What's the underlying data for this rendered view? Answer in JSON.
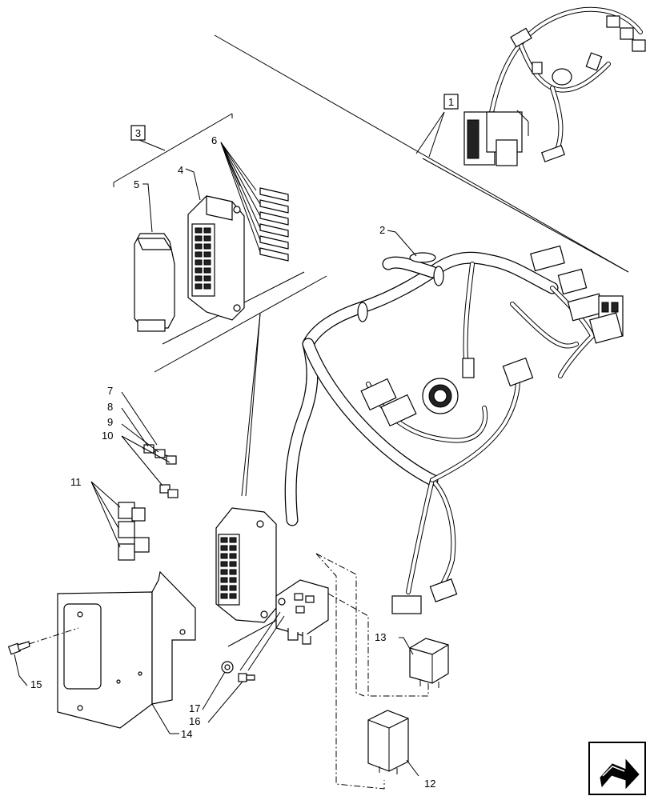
{
  "callouts": {
    "c1": "1",
    "c2": "2",
    "c3": "3",
    "c4": "4",
    "c5": "5",
    "c6": "6",
    "c7": "7",
    "c8": "8",
    "c9": "9",
    "c10": "10",
    "c11": "11",
    "c12": "12",
    "c13": "13",
    "c14": "14",
    "c15": "15",
    "c16": "16",
    "c17": "17"
  },
  "nav_icon": "next-page-arrow-icon"
}
